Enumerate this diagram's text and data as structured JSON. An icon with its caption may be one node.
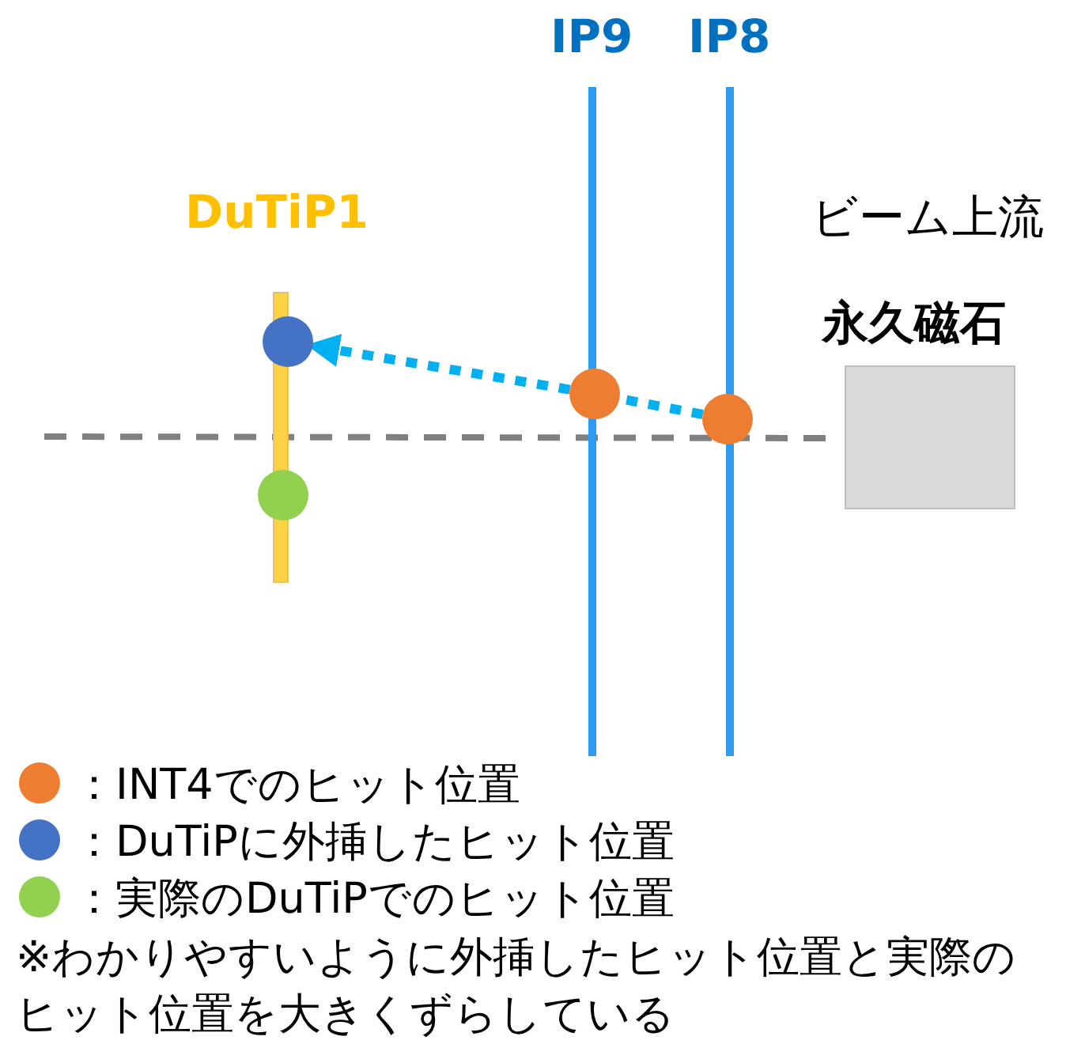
{
  "diagram": {
    "nodes": [
      {
        "text": [],
        "shape": "circle"
      },
      {
        "text": [],
        "shape": "circle"
      },
      {
        "text": [],
        "shape": "circle"
      },
      {
        "text": [],
        "shape": "circle"
      },
      {
        "text": [
          "永久磁石"
        ]
      }
    ],
    "edges": [
      {
        "from": 2,
        "to": 0,
        "arrow": "to",
        "style": "dashed",
        "color": "#00b0f0"
      },
      {
        "from": 3,
        "to": 2,
        "arrow": "none",
        "style": "dashed",
        "color": "#00b0f0"
      }
    ],
    "labels": [
      "IP9",
      "IP8",
      "DuTiP1",
      "ビーム上流",
      "※わかりやすいように外挿したヒット位置と実際のヒット位置を大きくずらしている"
    ],
    "legend": [
      {
        "text": "：INT4でのヒット位置",
        "color": "#ed7d31"
      },
      {
        "text": "：DuTiPに外挿したヒット位置",
        "color": "#4472c4"
      },
      {
        "text": "：実際のDuTiPでのヒット位置",
        "color": "#92d050"
      }
    ]
  }
}
